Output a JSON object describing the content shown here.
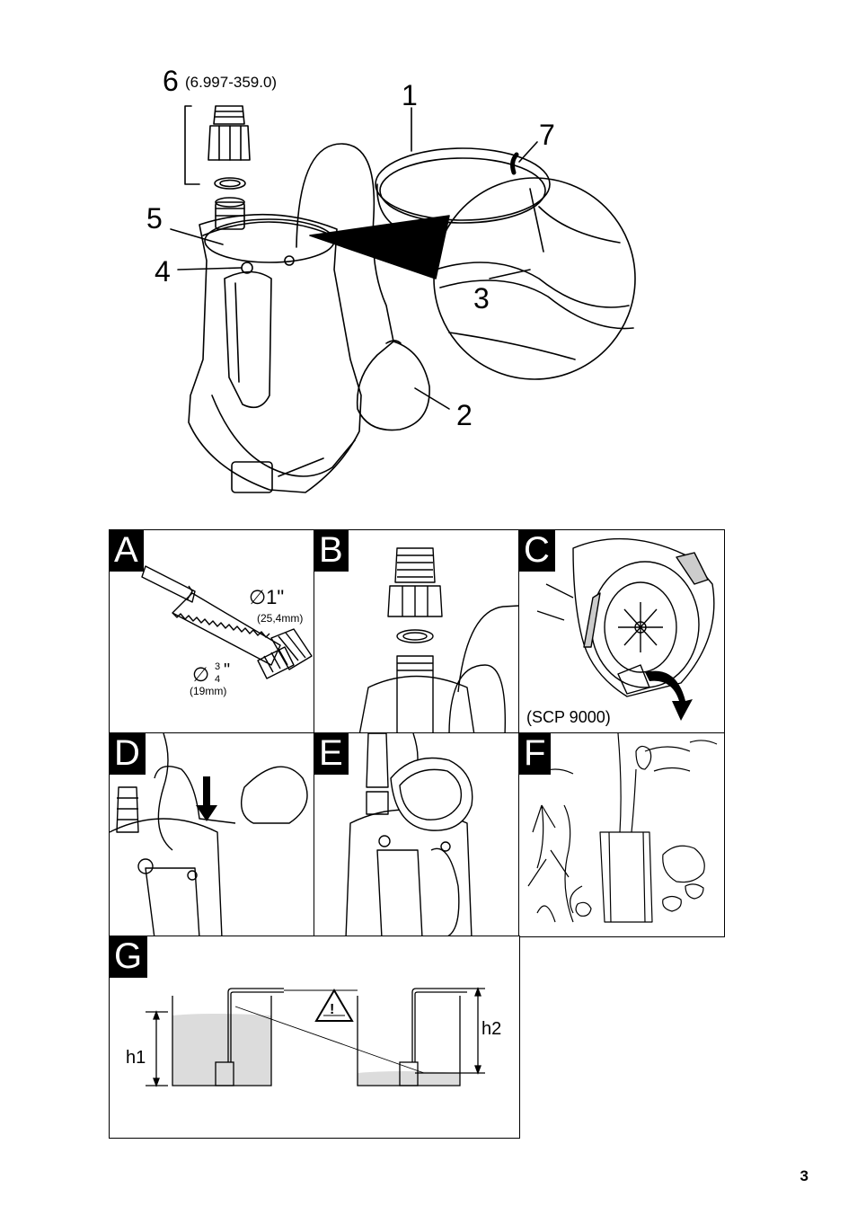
{
  "overview": {
    "callouts": {
      "c1": "1",
      "c2": "2",
      "c3": "3",
      "c4": "4",
      "c5": "5",
      "c6": "6",
      "c7": "7"
    },
    "accessory_part_number": "(6.997-359.0)"
  },
  "panels": {
    "A": {
      "label": "A",
      "diameter_large": "∅1\"",
      "diameter_large_mm": "(25,4mm)",
      "diameter_small_symbol": "∅",
      "diameter_small_num": "3",
      "diameter_small_den": "4",
      "diameter_small_inch": "\"",
      "diameter_small_mm": "(19mm)"
    },
    "B": {
      "label": "B"
    },
    "C": {
      "label": "C",
      "model_note": "(SCP 9000)"
    },
    "D": {
      "label": "D"
    },
    "E": {
      "label": "E"
    },
    "F": {
      "label": "F"
    },
    "G": {
      "label": "G",
      "h1": "h1",
      "h2": "h2",
      "warning_symbol": "!"
    }
  },
  "page_number": "3",
  "icons": [
    "warning-triangle-icon",
    "arrow-down-icon",
    "curved-arrow-icon"
  ]
}
